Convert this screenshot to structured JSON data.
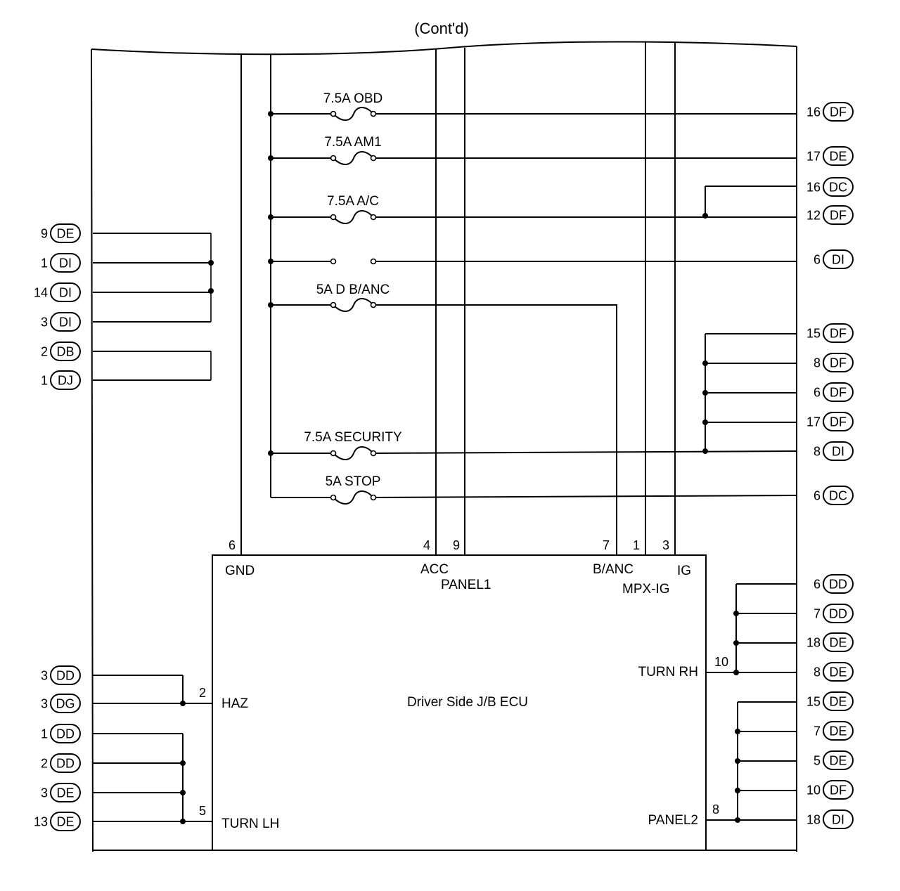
{
  "header": {
    "title": "(Cont'd)"
  },
  "ecu": {
    "name": "Driver Side J/B ECU",
    "pins": {
      "gnd": {
        "num": "6",
        "label": "GND"
      },
      "acc": {
        "num": "4",
        "label": "ACC"
      },
      "panel1": {
        "num": "9",
        "label": "PANEL1"
      },
      "banc": {
        "num": "7",
        "label": "B/ANC"
      },
      "mpxig": {
        "num": "1",
        "label": "MPX-IG"
      },
      "ig": {
        "num": "3",
        "label": "IG"
      },
      "haz": {
        "num": "2",
        "label": "HAZ"
      },
      "turnlh": {
        "num": "5",
        "label": "TURN LH"
      },
      "turnrh": {
        "num": "10",
        "label": "TURN RH"
      },
      "panel2": {
        "num": "8",
        "label": "PANEL2"
      }
    }
  },
  "fuses": [
    {
      "label": "7.5A OBD"
    },
    {
      "label": "7.5A AM1"
    },
    {
      "label": "7.5A A/C"
    },
    {
      "label": ""
    },
    {
      "label": "5A D B/ANC"
    },
    {
      "label": "7.5A SECURITY"
    },
    {
      "label": "5A STOP"
    }
  ],
  "connectors_left": [
    {
      "pin": "9",
      "code": "DE"
    },
    {
      "pin": "1",
      "code": "DI"
    },
    {
      "pin": "14",
      "code": "DI"
    },
    {
      "pin": "3",
      "code": "DI"
    },
    {
      "pin": "2",
      "code": "DB"
    },
    {
      "pin": "1",
      "code": "DJ"
    },
    {
      "pin": "3",
      "code": "DD"
    },
    {
      "pin": "3",
      "code": "DG"
    },
    {
      "pin": "1",
      "code": "DD"
    },
    {
      "pin": "2",
      "code": "DD"
    },
    {
      "pin": "3",
      "code": "DE"
    },
    {
      "pin": "13",
      "code": "DE"
    }
  ],
  "connectors_right": [
    {
      "pin": "16",
      "code": "DF"
    },
    {
      "pin": "17",
      "code": "DE"
    },
    {
      "pin": "16",
      "code": "DC"
    },
    {
      "pin": "12",
      "code": "DF"
    },
    {
      "pin": "6",
      "code": "DI"
    },
    {
      "pin": "15",
      "code": "DF"
    },
    {
      "pin": "8",
      "code": "DF"
    },
    {
      "pin": "6",
      "code": "DF"
    },
    {
      "pin": "17",
      "code": "DF"
    },
    {
      "pin": "8",
      "code": "DI"
    },
    {
      "pin": "6",
      "code": "DC"
    },
    {
      "pin": "6",
      "code": "DD"
    },
    {
      "pin": "7",
      "code": "DD"
    },
    {
      "pin": "18",
      "code": "DE"
    },
    {
      "pin": "8",
      "code": "DE"
    },
    {
      "pin": "15",
      "code": "DE"
    },
    {
      "pin": "7",
      "code": "DE"
    },
    {
      "pin": "5",
      "code": "DE"
    },
    {
      "pin": "10",
      "code": "DF"
    },
    {
      "pin": "18",
      "code": "DI"
    }
  ]
}
